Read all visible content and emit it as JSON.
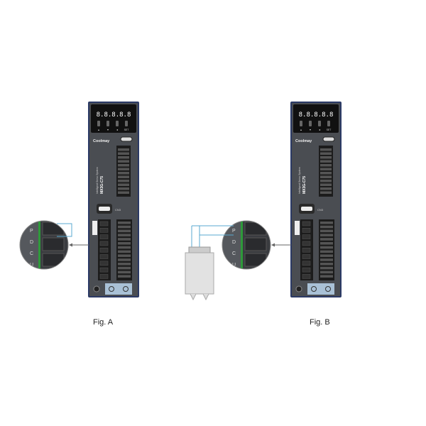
{
  "figures": [
    {
      "caption": "Fig. A",
      "has_resistor": false
    },
    {
      "caption": "Fig. B",
      "has_resistor": true
    }
  ],
  "device": {
    "display": "8.8.8.8.8",
    "brand": "Coolmay",
    "subtitle": "Intelligent Servo System",
    "model": "MX3G-C75",
    "buttons": [
      "▲",
      "▼",
      "◄",
      "SET"
    ],
    "port_label": "CN3",
    "terminal_labels": [
      "P",
      "D",
      "C",
      "U"
    ]
  },
  "colors": {
    "body": "#4a4d52",
    "frame": "#2b3a66",
    "display_bg": "#111",
    "connector": "#1c1c1c",
    "wire": "#5aaad0",
    "green_strip": "#2e9a3a",
    "resistor": "#e2e2e2"
  }
}
